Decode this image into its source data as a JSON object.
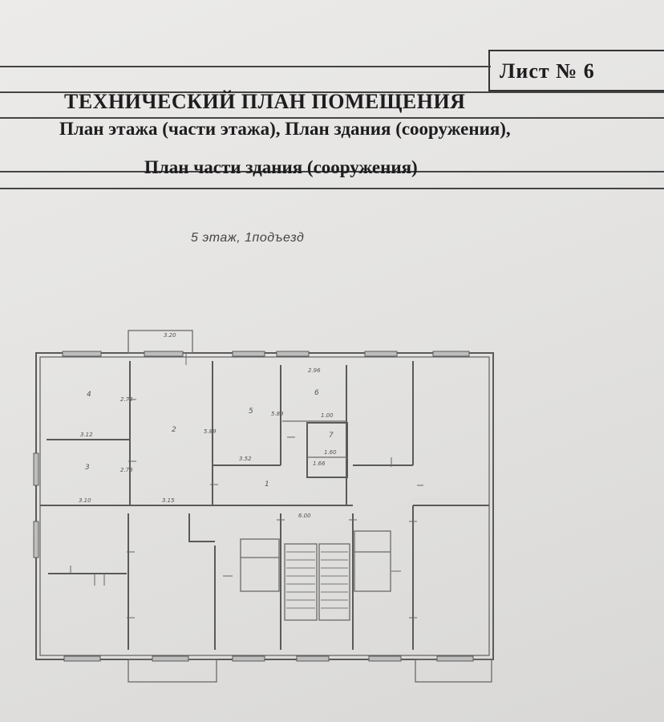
{
  "sheet": {
    "label": "Лист  № 6"
  },
  "header": {
    "title": "ТЕХНИЧЕСКИЙ ПЛАН ПОМЕЩЕНИЯ",
    "subtitle_line1": "План  этажа (части этажа), План здания (сооружения),",
    "subtitle_line2": "План части здания (сооружения)"
  },
  "plan": {
    "floor_caption": "5 этаж, 1подъезд",
    "rooms": [
      {
        "number": "4"
      },
      {
        "number": "3"
      },
      {
        "number": "2"
      },
      {
        "number": "5"
      },
      {
        "number": "6"
      },
      {
        "number": "7"
      },
      {
        "number": "1"
      }
    ],
    "dimensions": [
      "3.20",
      "2.96",
      "2.73",
      "3.12",
      "2.73",
      "3.10",
      "3.15",
      "5.89",
      "3.52",
      "5.89",
      "1.00",
      "1.60",
      "1.66",
      "6.00"
    ]
  }
}
